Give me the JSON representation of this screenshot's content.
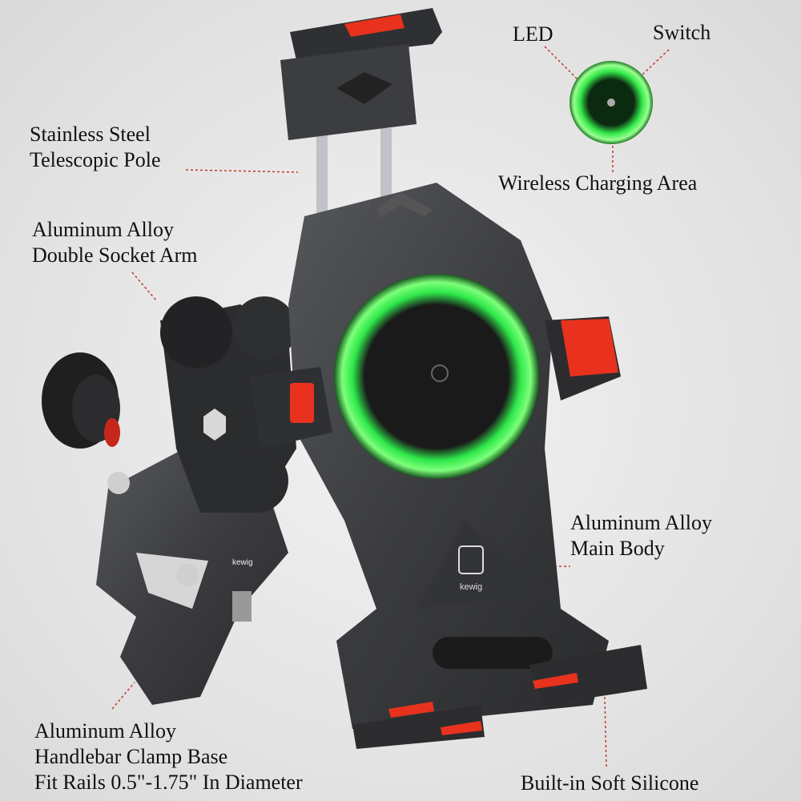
{
  "labels": {
    "led": "LED",
    "switch": "Switch",
    "wireless_charging": "Wireless Charging Area",
    "pole_line1": "Stainless Steel",
    "pole_line2": "Telescopic Pole",
    "arm_line1": "Aluminum Alloy",
    "arm_line2": "Double Socket Arm",
    "body_line1": "Aluminum Alloy",
    "body_line2": "Main Body",
    "clamp_line1": "Aluminum Alloy",
    "clamp_line2": "Handlebar Clamp Base",
    "clamp_line3": "Fit Rails 0.5\"-1.75\" In Diameter",
    "silicone": "Built-in Soft Silicone"
  },
  "brand": "kewig",
  "colors": {
    "accent_green": "#3ef04a",
    "accent_red": "#e8321e",
    "body": "#3a3b3e",
    "leader": "#c0392b"
  }
}
